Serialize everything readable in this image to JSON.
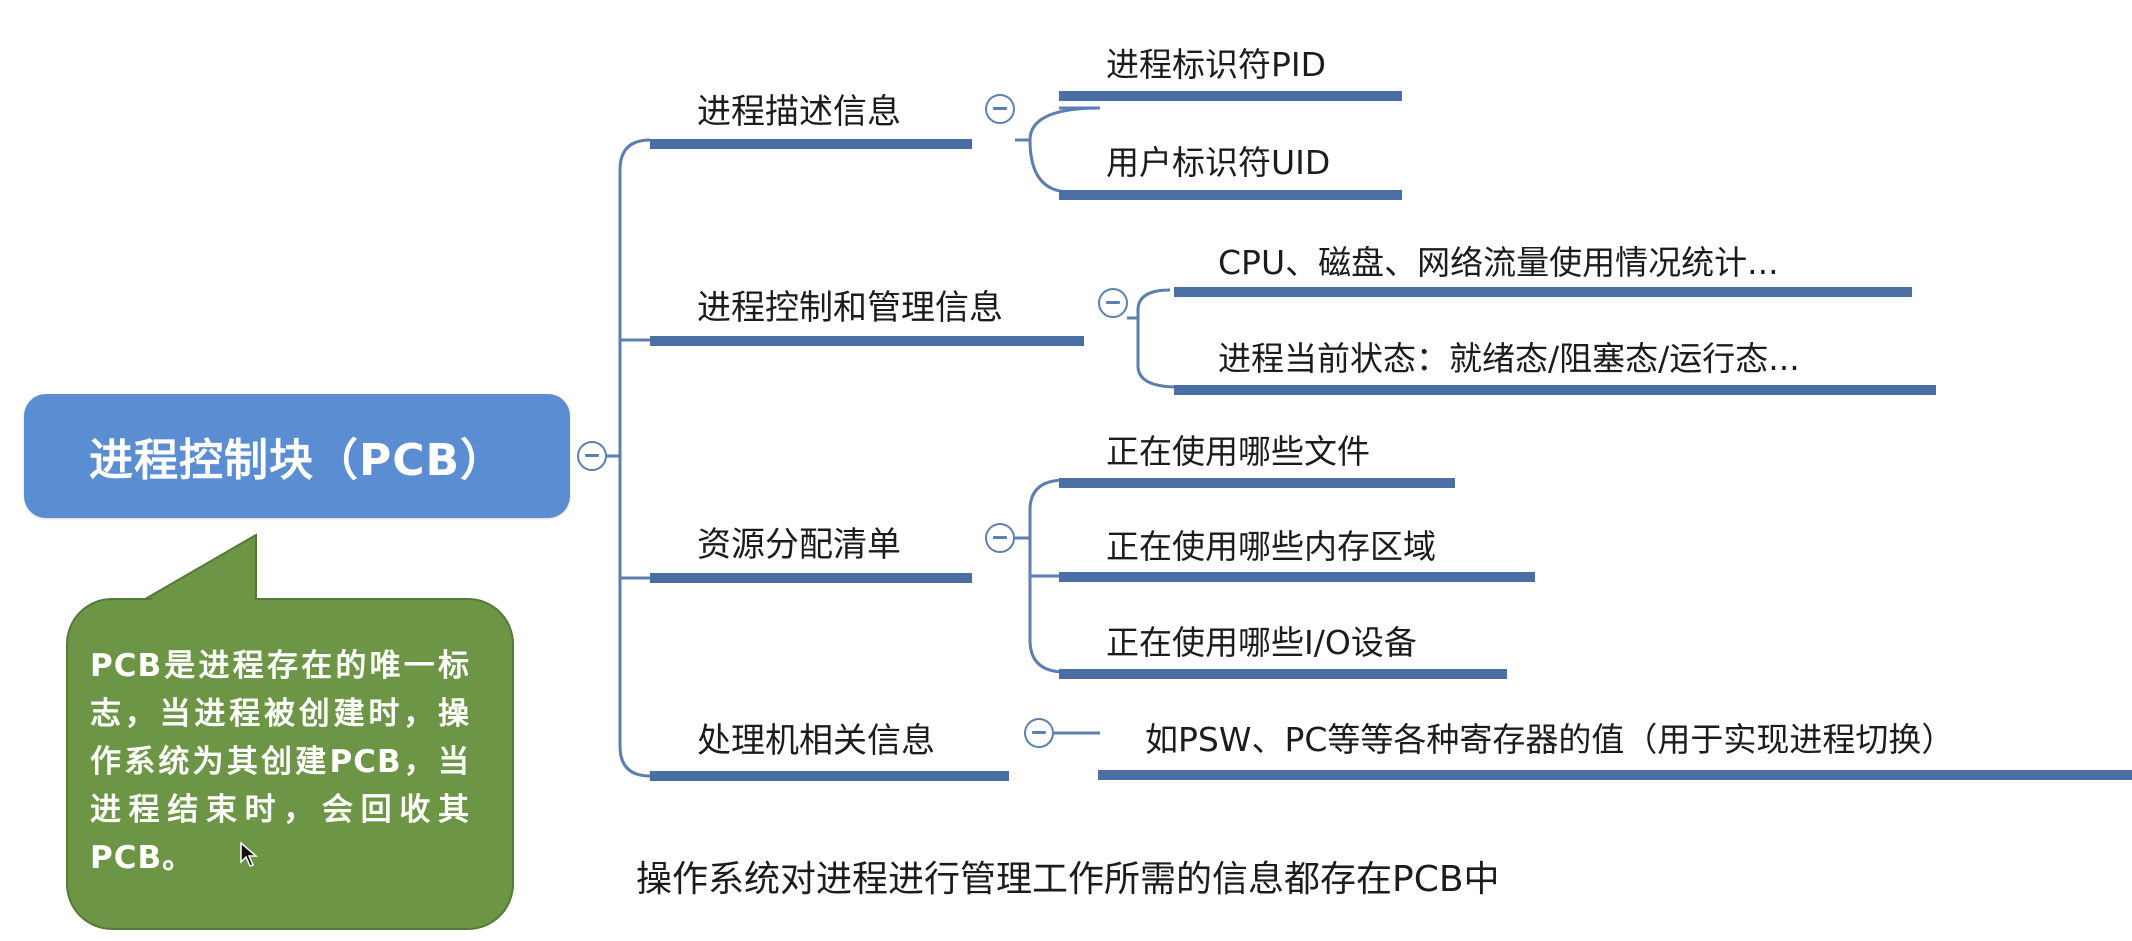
{
  "root": {
    "label": "进程控制块（PCB）"
  },
  "topics": [
    {
      "label": "进程描述信息",
      "children": [
        "进程标识符PID",
        "用户标识符UID"
      ]
    },
    {
      "label": "进程控制和管理信息",
      "children": [
        "CPU、磁盘、网络流量使用情况统计...",
        "进程当前状态：就绪态/阻塞态/运行态..."
      ]
    },
    {
      "label": "资源分配清单",
      "children": [
        "正在使用哪些文件",
        "正在使用哪些内存区域",
        "正在使用哪些I/O设备"
      ]
    },
    {
      "label": "处理机相关信息",
      "children": [
        "如PSW、PC等等各种寄存器的值（用于实现进程切换）"
      ]
    }
  ],
  "callout": {
    "text": "PCB是进程存在的唯一标志，当进程被创建时，操作系统为其创建PCB，当进程结束时，会回收其PCB。"
  },
  "note": "操作系统对进程进行管理工作所需的信息都存在PCB中",
  "colors": {
    "root_fill": "#5b8dd2",
    "connector": "#5b7fae",
    "underline": "#4a6fa5",
    "callout_fill": "#6c9645"
  }
}
